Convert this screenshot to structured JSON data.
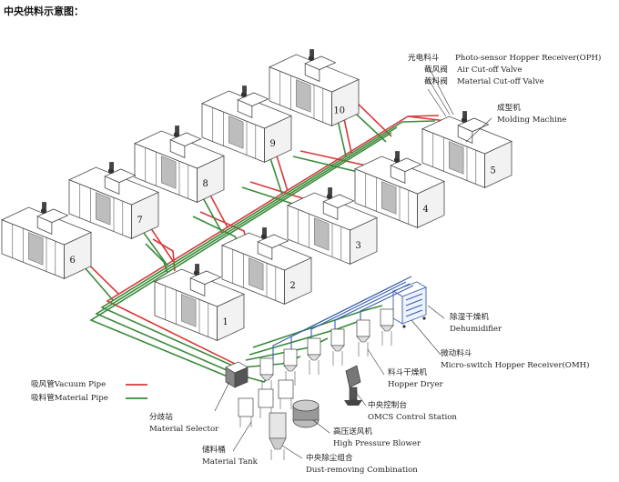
{
  "title": "中央供料示意图：",
  "machines": [
    {
      "num": "1"
    },
    {
      "num": "2"
    },
    {
      "num": "3"
    },
    {
      "num": "4"
    },
    {
      "num": "5"
    },
    {
      "num": "6"
    },
    {
      "num": "7"
    },
    {
      "num": "8"
    },
    {
      "num": "9"
    },
    {
      "num": "10"
    }
  ],
  "labels": {
    "oph_cn": "光电料斗",
    "oph_en": "Photo-sensor Hopper Receiver(OPH)",
    "air_cn": "截风阀",
    "air_en": "Air Cut-off Valve",
    "mat_cn": "截料阀",
    "mat_en": "Material Cut-off Valve",
    "mold_cn": "成型机",
    "mold_en": "Molding Machine",
    "dehum_cn": "除湿干燥机",
    "dehum_en": "Dehumidifier",
    "omh_cn": "微动料斗",
    "omh_en": "Micro-switch Hopper Receiver(OMH)",
    "dryer_cn": "料斗干燥机",
    "dryer_en": "Hopper Dryer",
    "ctrl_cn": "中央控制台",
    "ctrl_en": "OMCS Control Station",
    "blower_cn": "高压送风机",
    "blower_en": "High Pressure Blower",
    "dust_cn": "中央除尘组合",
    "dust_en": "Dust-removing Combination",
    "tank_cn": "储料桶",
    "tank_en": "Material Tank",
    "selector_cn": "分歧站",
    "selector_en": "Material Selector"
  },
  "legend": {
    "vacuum": "吸风管Vacuum Pipe",
    "material": "吸料管Material Pipe",
    "vacuum_color": "#d73a3a",
    "material_color": "#3a8a3a"
  }
}
